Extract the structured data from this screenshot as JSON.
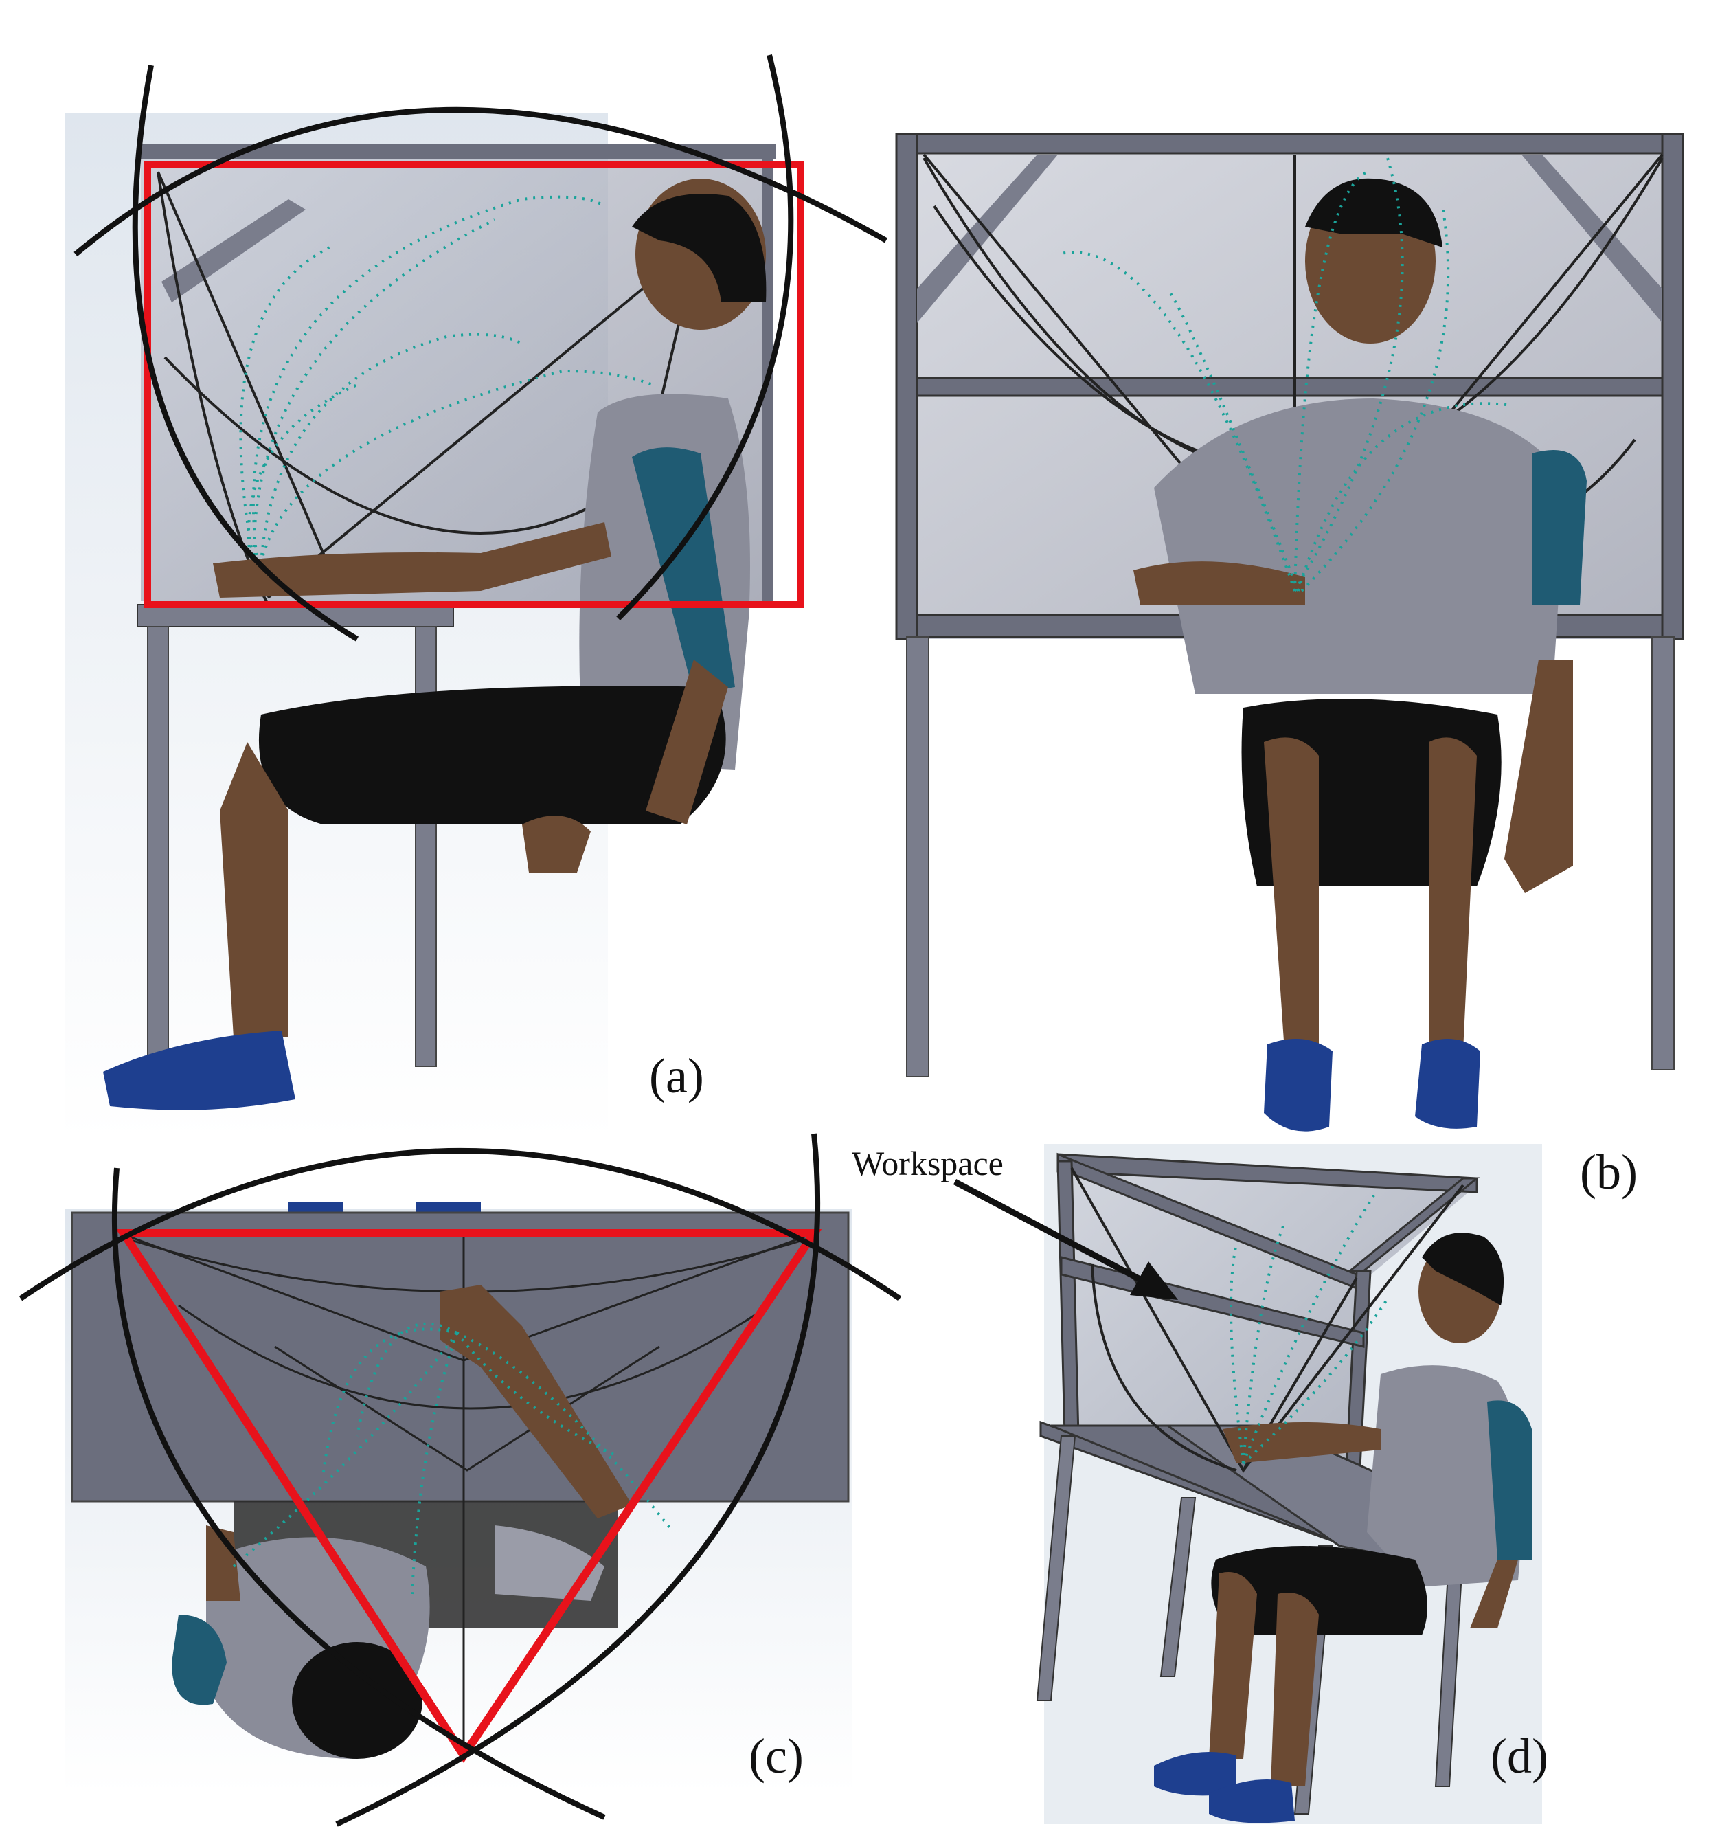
{
  "figure": {
    "panels": [
      {
        "id": "a",
        "label": "(a)",
        "view": "side-view"
      },
      {
        "id": "b",
        "label": "(b)",
        "view": "front-view"
      },
      {
        "id": "c",
        "label": "(c)",
        "view": "top-view"
      },
      {
        "id": "d",
        "label": "(d)",
        "view": "isometric-view"
      }
    ],
    "annotation": {
      "text": "Workspace"
    }
  },
  "colors": {
    "frame": "#6b6e7d",
    "frame_dark": "#4e5160",
    "glass": "#b9bcc8",
    "highlight": "#e8121b",
    "trajectory": "#1aa39a",
    "skin": "#6b4a33",
    "shirt": "#8a8c99",
    "sleeve": "#1f5b73",
    "shorts": "#111111",
    "shoes": "#1e3f8f",
    "hair": "#111111"
  }
}
